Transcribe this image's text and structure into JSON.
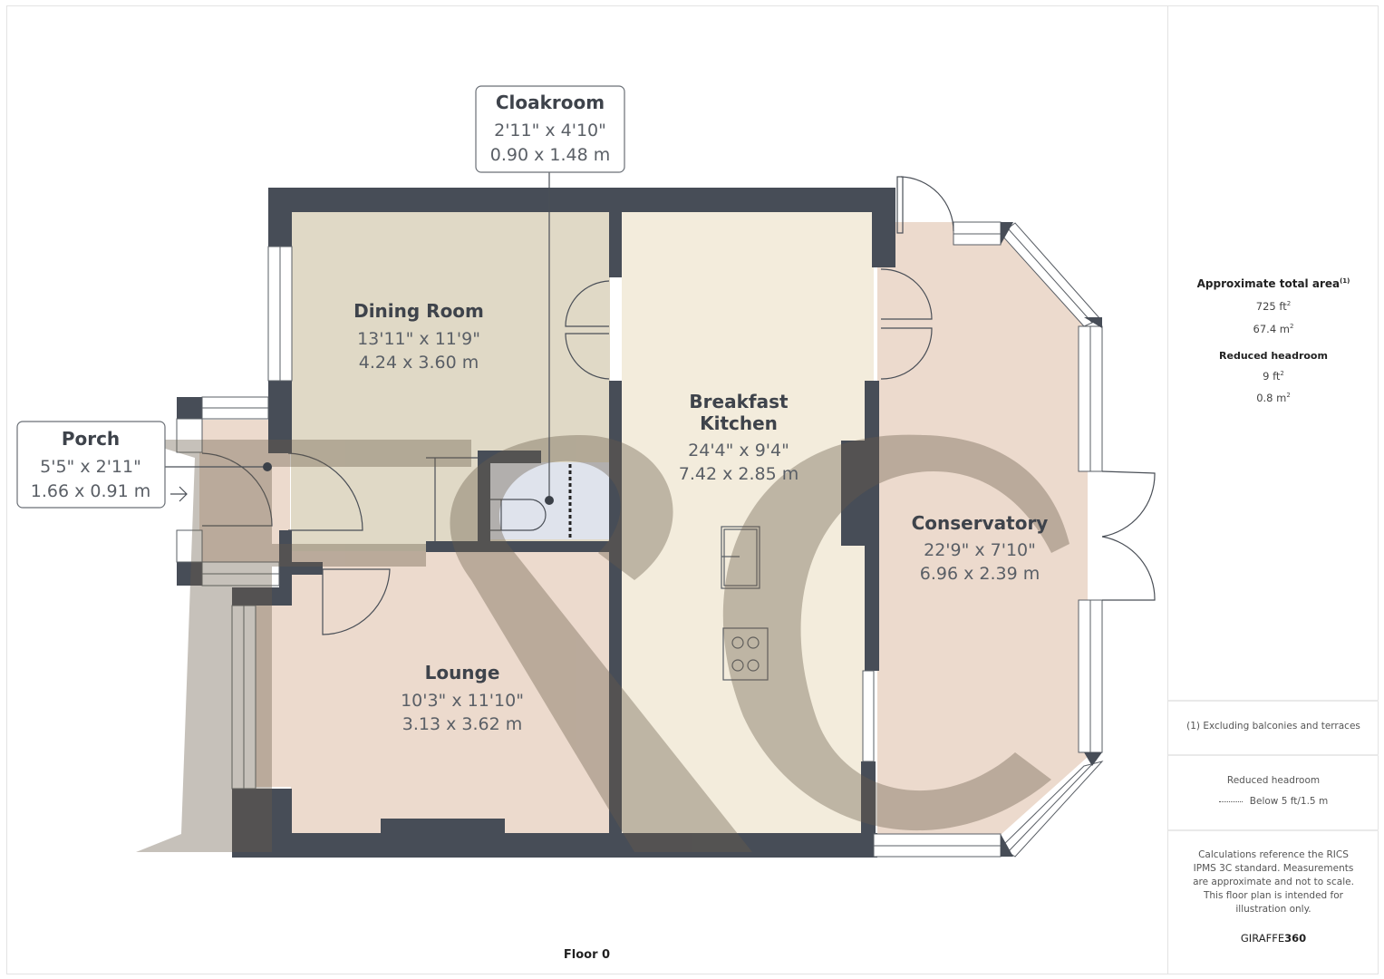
{
  "floor_label": "Floor 0",
  "rooms": {
    "cloakroom": {
      "name": "Cloakroom",
      "imperial": "2'11\" x 4'10\"",
      "metric": "0.90 x 1.48 m"
    },
    "porch": {
      "name": "Porch",
      "imperial": "5'5\" x 2'11\"",
      "metric": "1.66 x 0.91 m"
    },
    "dining_room": {
      "name": "Dining Room",
      "imperial": "13'11\" x 11'9\"",
      "metric": "4.24 x 3.60 m"
    },
    "breakfast_kitchen": {
      "name_line1": "Breakfast",
      "name_line2": "Kitchen",
      "imperial": "24'4\" x 9'4\"",
      "metric": "7.42 x 2.85 m"
    },
    "conservatory": {
      "name": "Conservatory",
      "imperial": "22'9\" x 7'10\"",
      "metric": "6.96 x 2.39 m"
    },
    "lounge": {
      "name": "Lounge",
      "imperial": "10'3\" x 11'10\"",
      "metric": "3.13 x 3.62 m"
    }
  },
  "summary": {
    "total_area_label": "Approximate total area",
    "total_area_note_marker": "(1)",
    "total_area_ft": "725 ft",
    "total_area_m": "67.4 m",
    "reduced_headroom_label": "Reduced headroom",
    "reduced_headroom_ft": "9 ft",
    "reduced_headroom_m": "0.8 m",
    "footnote": "(1) Excluding balconies and terraces",
    "legend_title": "Reduced headroom",
    "legend_line": "Below 5 ft/1.5 m",
    "disclaimer": "Calculations reference the RICS IPMS 3C standard. Measurements are approximate and not to scale. This floor plan is intended for illustration only.",
    "brand_light": "GIRAFFE",
    "brand_bold": "360"
  },
  "colors": {
    "wall": "#474d57",
    "dining": "#e0d9c6",
    "kitchen": "#f3ecdc",
    "warm": "#ecdacd",
    "cloak": "#dfe3ec",
    "watermark": "#8a8070"
  }
}
